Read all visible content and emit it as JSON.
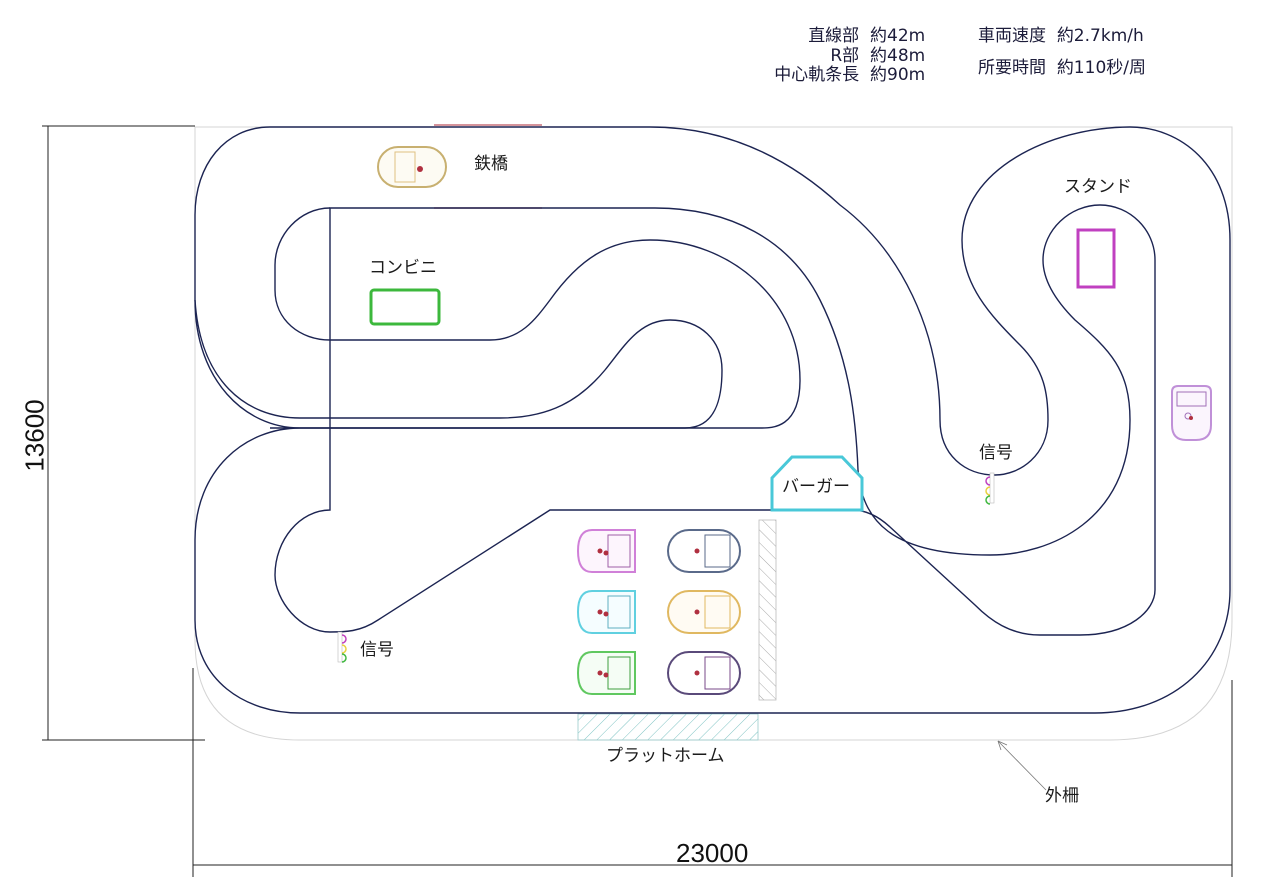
{
  "specs": {
    "left": [
      {
        "label": "直線部",
        "value": "約42m"
      },
      {
        "label": "R部",
        "value": "約48m"
      },
      {
        "label": "中心軌条長",
        "value": "約90m"
      }
    ],
    "right": [
      {
        "label": "車両速度",
        "value": "約2.7km/h"
      },
      {
        "label": "所要時間",
        "value": "約110秒/周"
      }
    ]
  },
  "dimensions": {
    "height": "13600",
    "width": "23000"
  },
  "labels": {
    "bridge": "鉄橋",
    "convenience_store": "コンビニ",
    "stand": "スタンド",
    "burger": "バーガー",
    "signal_right": "信号",
    "signal_left": "信号",
    "platform": "プラットホーム",
    "outer_fence": "外柵"
  },
  "colors": {
    "track": "#1c2452",
    "fence": "#c8c8c8",
    "bridge": "#c9707a",
    "convenience": "#3cb83c",
    "stand": "#c040c0",
    "burger": "#49c8d8",
    "platform_hatch": "#7fc4c4",
    "signal_red": "#c040c0",
    "signal_yellow": "#e8d040",
    "signal_green": "#40b840"
  },
  "vehicles": [
    {
      "id": "bridge-car",
      "color": "#c8b070"
    },
    {
      "id": "yard-car-1",
      "color": "#d080d8"
    },
    {
      "id": "yard-car-2",
      "color": "#5a6a8a"
    },
    {
      "id": "yard-car-3",
      "color": "#60d0e0"
    },
    {
      "id": "yard-car-4",
      "color": "#e0b860"
    },
    {
      "id": "yard-car-5",
      "color": "#60c860"
    },
    {
      "id": "yard-car-6",
      "color": "#5a4a7a"
    },
    {
      "id": "right-car",
      "color": "#c090d8"
    }
  ]
}
